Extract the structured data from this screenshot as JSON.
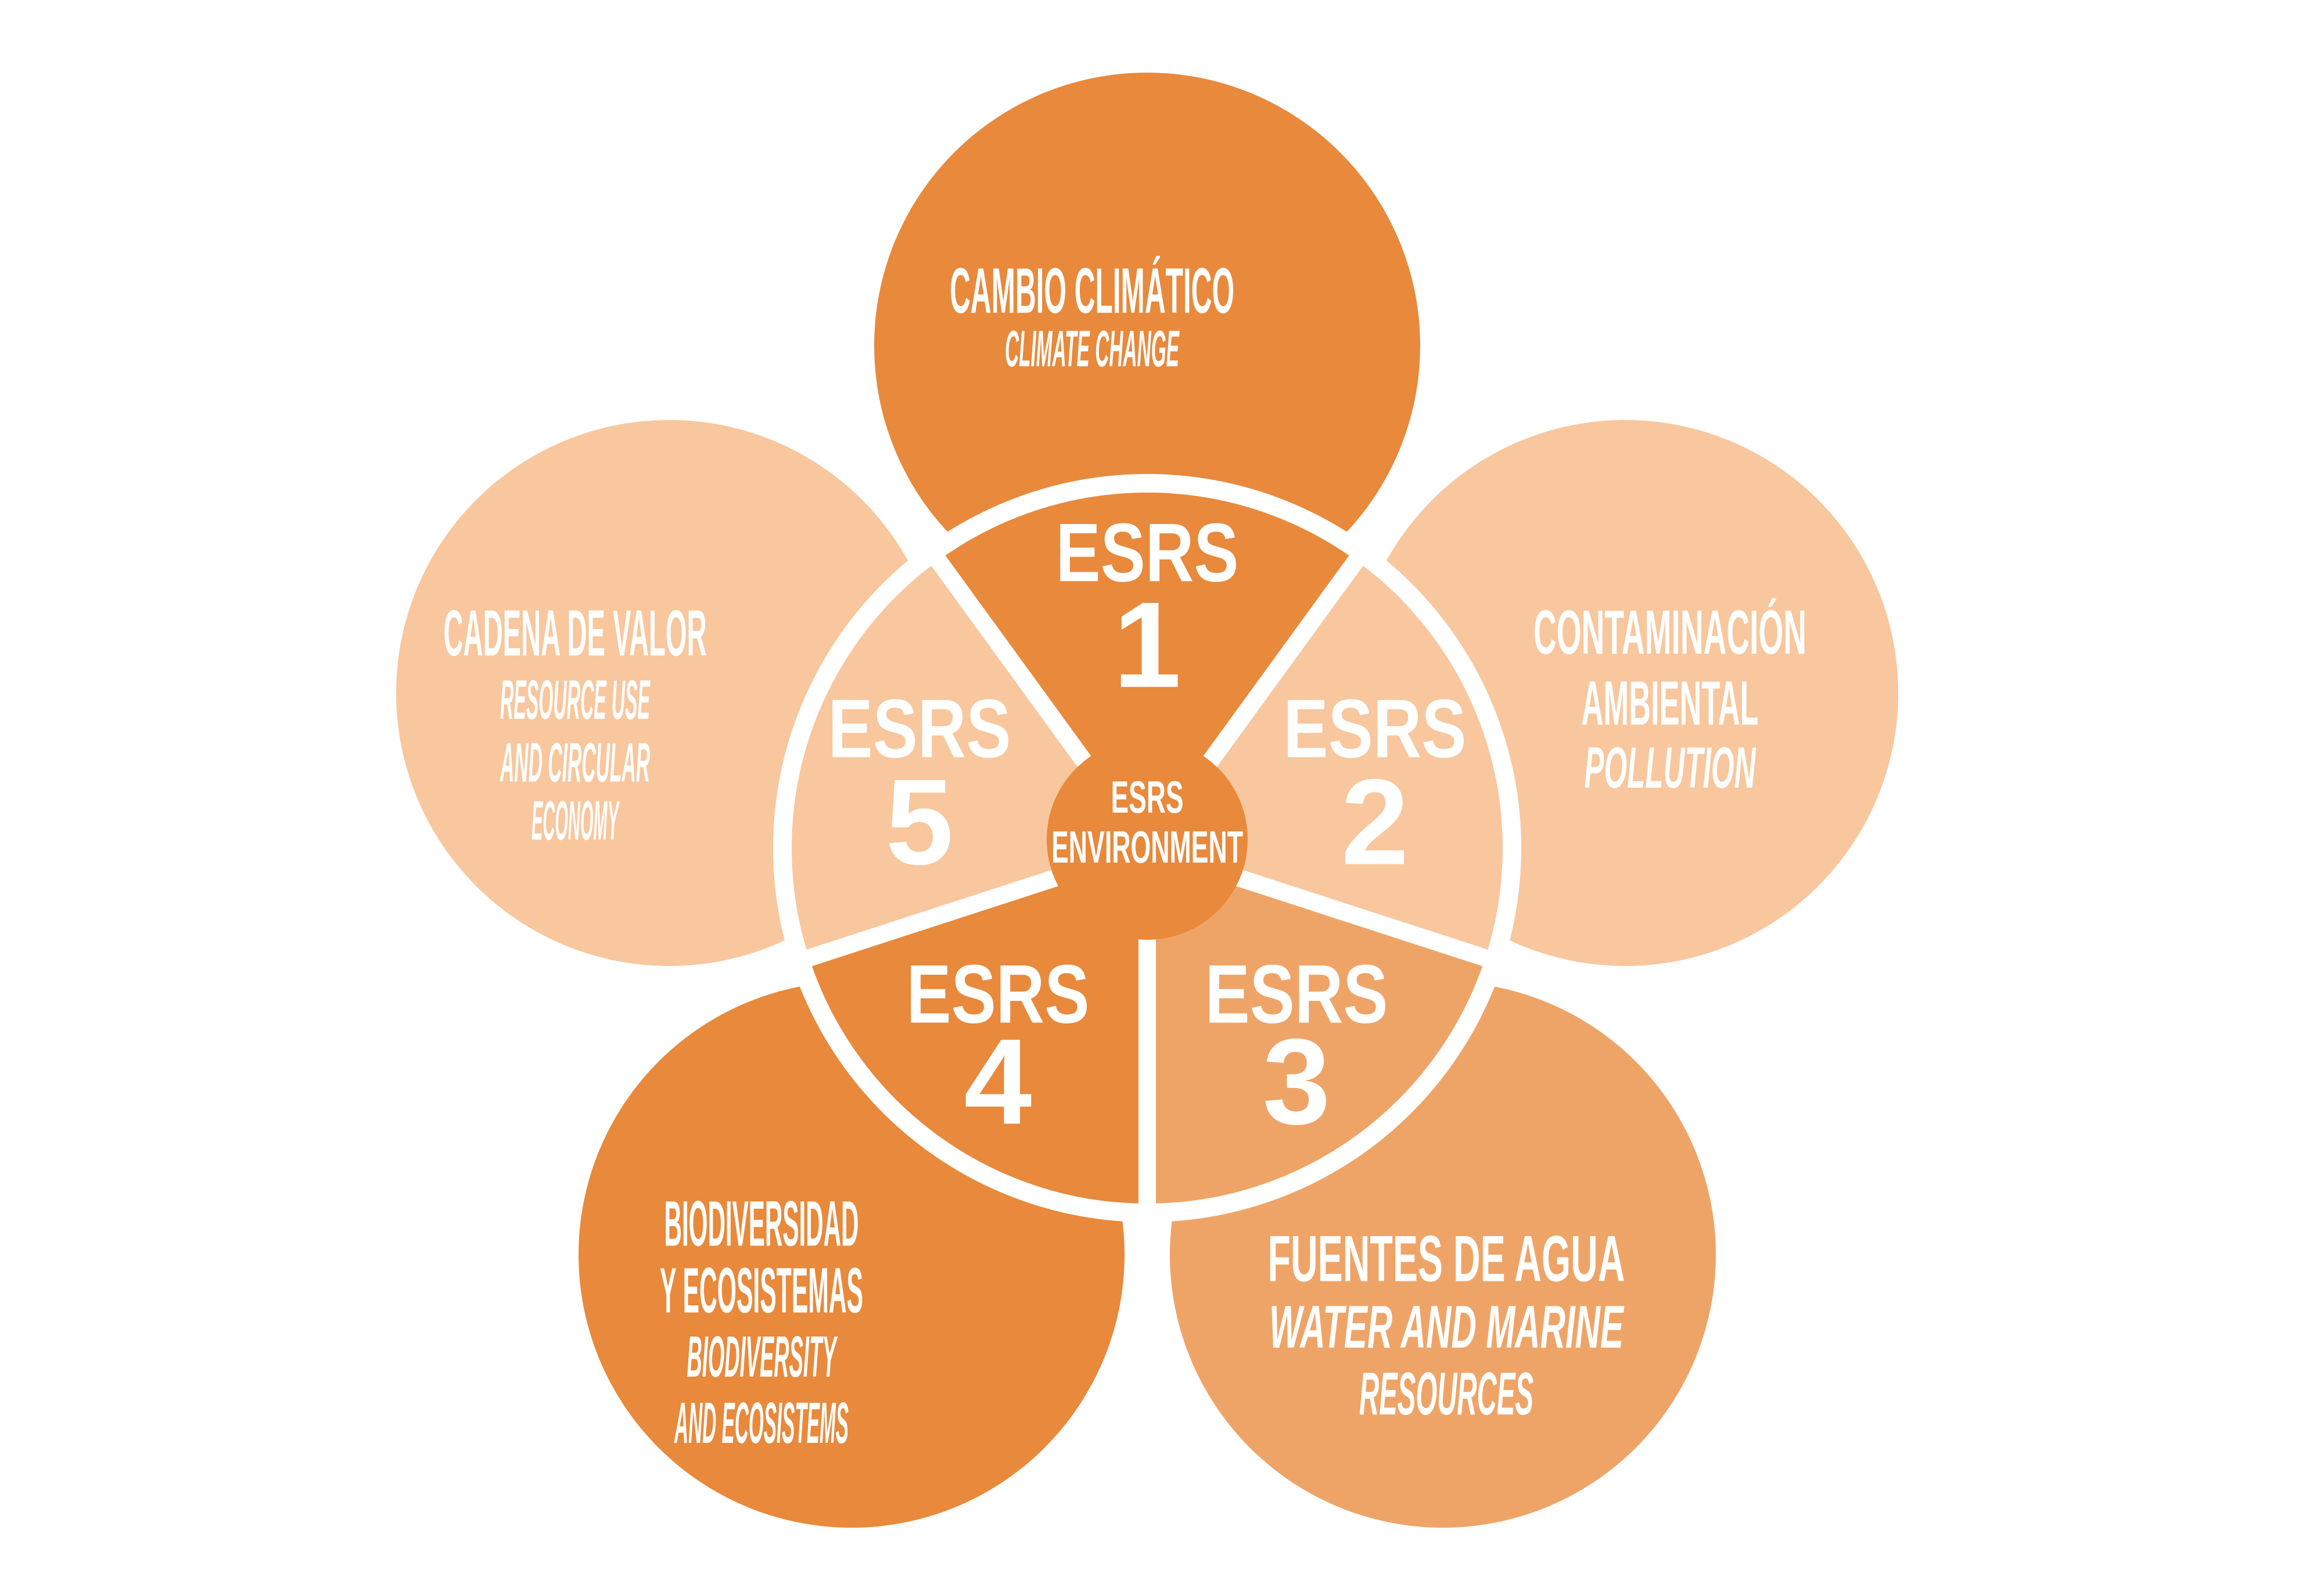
{
  "diagram": {
    "title_semantic": "ESRS Environment flower diagram",
    "colors": {
      "dark_orange": "#E8893C",
      "light_orange": "#F8C79E",
      "medium_orange": "#EFA467",
      "background": "#FFFFFF",
      "text": "#FFFFFF"
    },
    "center": {
      "line1": "ESRS",
      "line2": "ENVIRONMENT"
    },
    "petals": [
      {
        "esrs_label": "ESRS",
        "number": "1",
        "shade": "dark_orange",
        "title_lines": [
          "CAMBIO CLIMÁTICO"
        ],
        "subtitle_lines": [
          "CLIMATE CHANGE"
        ]
      },
      {
        "esrs_label": "ESRS",
        "number": "2",
        "shade": "light_orange",
        "title_lines": [
          "CONTAMINACIÓN",
          "AMBIENTAL"
        ],
        "subtitle_lines": [
          "POLLUTION"
        ]
      },
      {
        "esrs_label": "ESRS",
        "number": "3",
        "shade": "medium_orange",
        "title_lines": [
          "FUENTES DE AGUA"
        ],
        "subtitle_lines": [
          "WATER AND MARINE",
          "RESOURCES"
        ]
      },
      {
        "esrs_label": "ESRS",
        "number": "4",
        "shade": "dark_orange",
        "title_lines": [
          "BIODIVERSIDAD",
          "Y ECOSISTEMAS"
        ],
        "subtitle_lines": [
          "BIODIVERSITY",
          "AND ECOSISTEMS"
        ]
      },
      {
        "esrs_label": "ESRS",
        "number": "5",
        "shade": "light_orange",
        "title_lines": [
          "CADENA DE VALOR"
        ],
        "subtitle_lines": [
          "RESOURCE USE",
          "AND CIRCULAR",
          "ECONOMY"
        ]
      }
    ]
  }
}
